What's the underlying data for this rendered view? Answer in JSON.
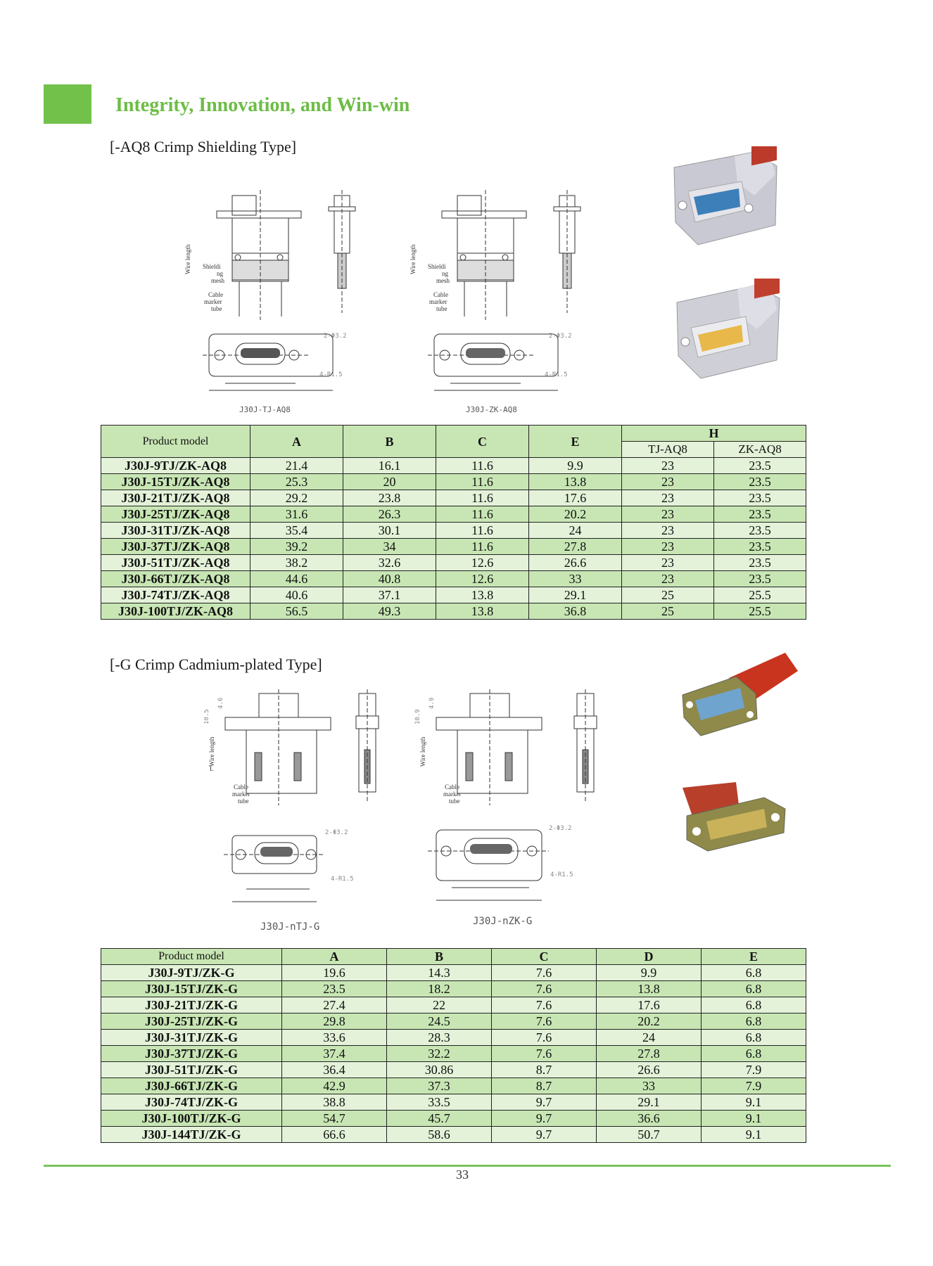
{
  "header": {
    "title": "Integrity, Innovation, and Win-win"
  },
  "section1": {
    "title": "[-AQ8 Crimp Shielding Type]",
    "drawing_labels": {
      "wire_length": "Wire length",
      "shielding_mesh": [
        "Shieldi",
        "ng",
        "mesh"
      ],
      "cable_marker_tube": [
        "Cable",
        "marker",
        "tube"
      ],
      "hole_note": "2-Φ3.2",
      "radius_note": "4-R1.5"
    },
    "captions": [
      "J30J-TJ-AQ8",
      "J30J-ZK-AQ8"
    ],
    "table": {
      "headers": {
        "model": "Product model",
        "a": "A",
        "b": "B",
        "c": "C",
        "e": "E",
        "h": "H",
        "h1": "TJ-AQ8",
        "h2": "ZK-AQ8"
      },
      "rows": [
        [
          "J30J-9TJ/ZK-AQ8",
          "21.4",
          "16.1",
          "11.6",
          "9.9",
          "23",
          "23.5"
        ],
        [
          "J30J-15TJ/ZK-AQ8",
          "25.3",
          "20",
          "11.6",
          "13.8",
          "23",
          "23.5"
        ],
        [
          "J30J-21TJ/ZK-AQ8",
          "29.2",
          "23.8",
          "11.6",
          "17.6",
          "23",
          "23.5"
        ],
        [
          "J30J-25TJ/ZK-AQ8",
          "31.6",
          "26.3",
          "11.6",
          "20.2",
          "23",
          "23.5"
        ],
        [
          "J30J-31TJ/ZK-AQ8",
          "35.4",
          "30.1",
          "11.6",
          "24",
          "23",
          "23.5"
        ],
        [
          "J30J-37TJ/ZK-AQ8",
          "39.2",
          "34",
          "11.6",
          "27.8",
          "23",
          "23.5"
        ],
        [
          "J30J-51TJ/ZK-AQ8",
          "38.2",
          "32.6",
          "12.6",
          "26.6",
          "23",
          "23.5"
        ],
        [
          "J30J-66TJ/ZK-AQ8",
          "44.6",
          "40.8",
          "12.6",
          "33",
          "23",
          "23.5"
        ],
        [
          "J30J-74TJ/ZK-AQ8",
          "40.6",
          "37.1",
          "13.8",
          "29.1",
          "25",
          "25.5"
        ],
        [
          "J30J-100TJ/ZK-AQ8",
          "56.5",
          "49.3",
          "13.8",
          "36.8",
          "25",
          "25.5"
        ]
      ]
    }
  },
  "section2": {
    "title": "[-G Crimp Cadmium-plated Type]",
    "drawing_labels": {
      "wire_length": "Wire length",
      "cable_marker_tube": [
        "Cable",
        "marker",
        "tube"
      ],
      "dim_l": "L",
      "dim_105": "10.5",
      "dim_109": "10.9",
      "dim_46": "4.6",
      "dim_49": "4.9",
      "hole_note": "2-Φ3.2",
      "radius_note": "4-R1.5"
    },
    "captions": [
      "J30J-nTJ-G",
      "J30J-nZK-G"
    ],
    "table": {
      "headers": {
        "model": "Product model",
        "a": "A",
        "b": "B",
        "c": "C",
        "d": "D",
        "e": "E"
      },
      "rows": [
        [
          "J30J-9TJ/ZK-G",
          "19.6",
          "14.3",
          "7.6",
          "9.9",
          "6.8"
        ],
        [
          "J30J-15TJ/ZK-G",
          "23.5",
          "18.2",
          "7.6",
          "13.8",
          "6.8"
        ],
        [
          "J30J-21TJ/ZK-G",
          "27.4",
          "22",
          "7.6",
          "17.6",
          "6.8"
        ],
        [
          "J30J-25TJ/ZK-G",
          "29.8",
          "24.5",
          "7.6",
          "20.2",
          "6.8"
        ],
        [
          "J30J-31TJ/ZK-G",
          "33.6",
          "28.3",
          "7.6",
          "24",
          "6.8"
        ],
        [
          "J30J-37TJ/ZK-G",
          "37.4",
          "32.2",
          "7.6",
          "27.8",
          "6.8"
        ],
        [
          "J30J-51TJ/ZK-G",
          "36.4",
          "30.86",
          "8.7",
          "26.6",
          "7.9"
        ],
        [
          "J30J-66TJ/ZK-G",
          "42.9",
          "37.3",
          "8.7",
          "33",
          "7.9"
        ],
        [
          "J30J-74TJ/ZK-G",
          "38.8",
          "33.5",
          "9.7",
          "29.1",
          "9.1"
        ],
        [
          "J30J-100TJ/ZK-G",
          "54.7",
          "45.7",
          "9.7",
          "36.6",
          "9.1"
        ],
        [
          "J30J-144TJ/ZK-G",
          "66.6",
          "58.6",
          "9.7",
          "50.7",
          "9.1"
        ]
      ]
    }
  },
  "footer": {
    "page_number": "33"
  },
  "colors": {
    "accent": "#72c14a",
    "heading": "#6cbd45",
    "row_light": "#e3f2d8",
    "row_dark": "#c8e6b4"
  }
}
